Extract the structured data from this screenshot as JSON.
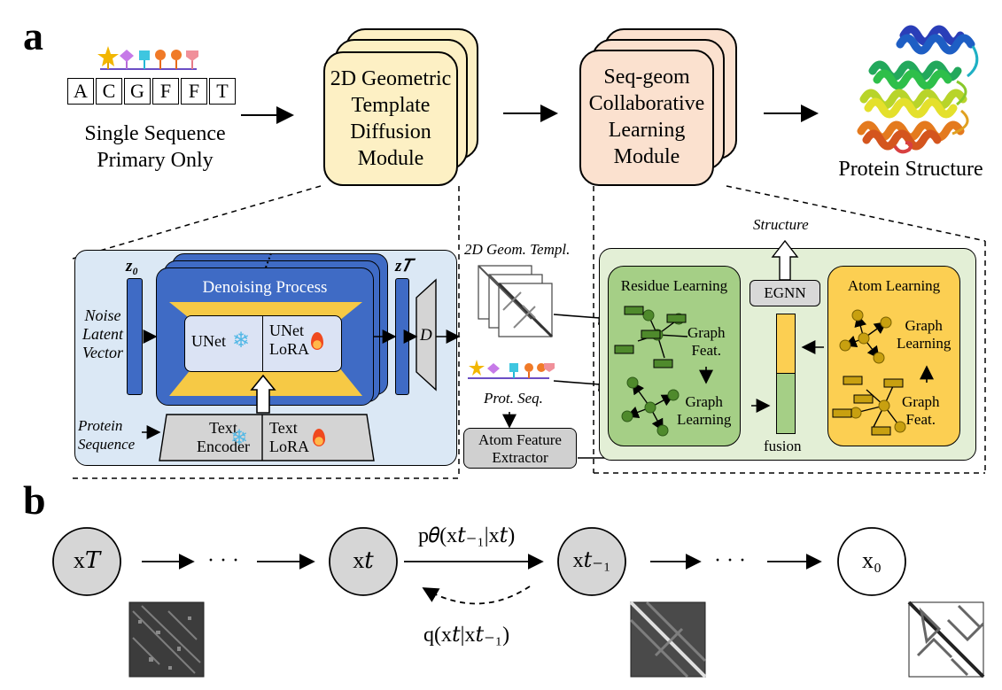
{
  "panel_a": {
    "label": "a",
    "sequence_letters": [
      "A",
      "C",
      "G",
      "F",
      "F",
      "T"
    ],
    "input_caption": [
      "Single Sequence",
      "Primary Only"
    ],
    "module1_lines": [
      "2D Geometric",
      "Template",
      "Diffusion",
      "Module"
    ],
    "module2_lines": [
      "Seq-geom",
      "Collaborative",
      "Learning",
      "Module"
    ],
    "output_caption": "Protein Structure",
    "diffusion": {
      "z0": "z₀",
      "zT": "z𝑇",
      "denoising_title": "Denoising Process",
      "unet": "UNet",
      "unet_lora": [
        "UNet",
        "LoRA"
      ],
      "noise_label": [
        "Noise",
        "Latent",
        "Vector"
      ],
      "decoder": "D",
      "protein_label": [
        "Protein",
        "Sequence"
      ],
      "text_encoder": [
        "Text",
        "Encoder"
      ],
      "text_lora": [
        "Text",
        "LoRA"
      ]
    },
    "middle": {
      "geom_label": "2D Geom. Templ.",
      "prot_seq_label": "Prot. Seq.",
      "atom_extractor": [
        "Atom Feature",
        "Extractor"
      ]
    },
    "learning": {
      "structure_label": "Structure",
      "egnn": "EGNN",
      "fusion": "fusion",
      "residue_title": "Residue Learning",
      "residue_graph_feat": [
        "Graph",
        "Feat."
      ],
      "residue_graph_learning": [
        "Graph",
        "Learning"
      ],
      "atom_title": "Atom Learning",
      "atom_graph_learning": [
        "Graph",
        "Learning"
      ],
      "atom_graph_feat": [
        "Graph",
        "Feat."
      ]
    }
  },
  "panel_b": {
    "label": "b",
    "nodes": [
      "x𝑇",
      "x𝑡",
      "x𝑡₋₁",
      "x₀"
    ],
    "ellipsis": "· · ·",
    "forward_label": "p𝜃(x𝑡₋₁|x𝑡)",
    "reverse_label": "q(x𝑡|x𝑡₋₁)"
  },
  "colors": {
    "module1_fill": "#fdf0c4",
    "module2_fill": "#fbe1cf",
    "diffusion_bg": "#dbe8f5",
    "denoise_blue": "#3f6bc5",
    "denoise_yellow": "#f6c945",
    "learning_bg": "#e3efd6",
    "residue_green": "#a5cf86",
    "atom_yellow": "#fccf52",
    "node_gray": "#d6d6d6"
  }
}
